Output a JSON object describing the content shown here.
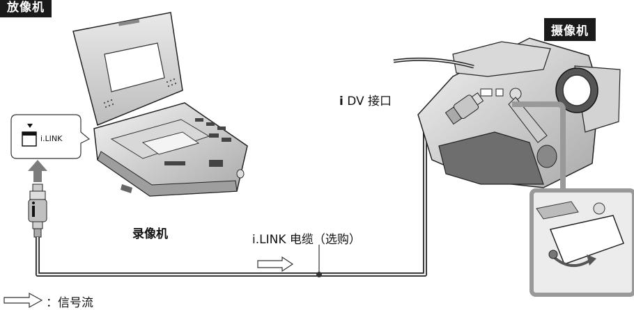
{
  "labels": {
    "player_tag": "放像机",
    "camera_tag": "摄像机",
    "dv_port": "DV 接口",
    "vcr": "录像机",
    "cable": "i.LINK 电缆（选购）",
    "ilink_callout": "i.LINK",
    "legend_signal": "：信号流"
  },
  "icons": {
    "dv_port": "ilink-icon",
    "arrow": "signal-flow-arrow-icon"
  }
}
